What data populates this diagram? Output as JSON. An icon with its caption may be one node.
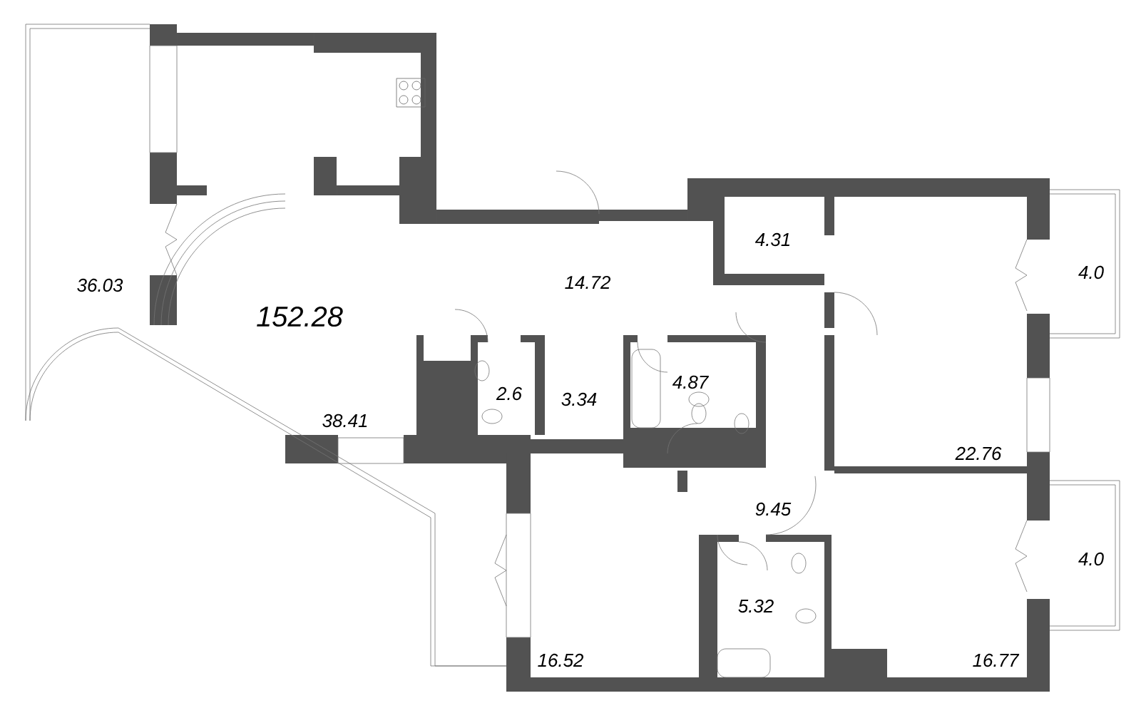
{
  "diagram": {
    "labels": [
      "36.03",
      "152.28",
      "14.72",
      "4.31",
      "4.0",
      "2.6",
      "3.34",
      "4.87",
      "38.41",
      "22.76",
      "9.45",
      "4.0",
      "5.32",
      "16.52",
      "16.77"
    ]
  }
}
